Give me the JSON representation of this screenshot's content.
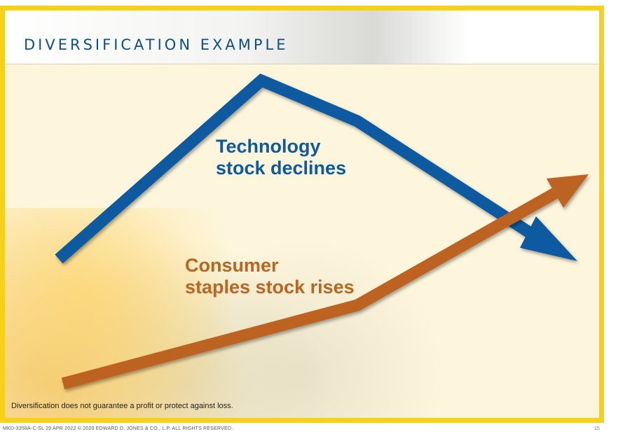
{
  "slide": {
    "title": "DIVERSIFICATION EXAMPLE",
    "disclaimer": "Diversification does not guarantee a profit or protect against loss."
  },
  "diagram": {
    "technology": {
      "label_line1": "Technology",
      "label_line2": "stock declines",
      "color": "#0d5aa0",
      "direction": "declines"
    },
    "consumer": {
      "label_line1": "Consumer",
      "label_line2": "staples stock rises",
      "color": "#bc6421",
      "direction": "rises"
    }
  },
  "footer": {
    "code": "MKD-3358A-C-SL  29 APR 2022   © 2020 EDWARD D. JONES & CO., L.P. ALL RIGHTS RESERVED.",
    "page_number": "15"
  },
  "colors": {
    "frame": "#f7d117",
    "title": "#0d4f8b",
    "background": "#fdf6dc"
  }
}
